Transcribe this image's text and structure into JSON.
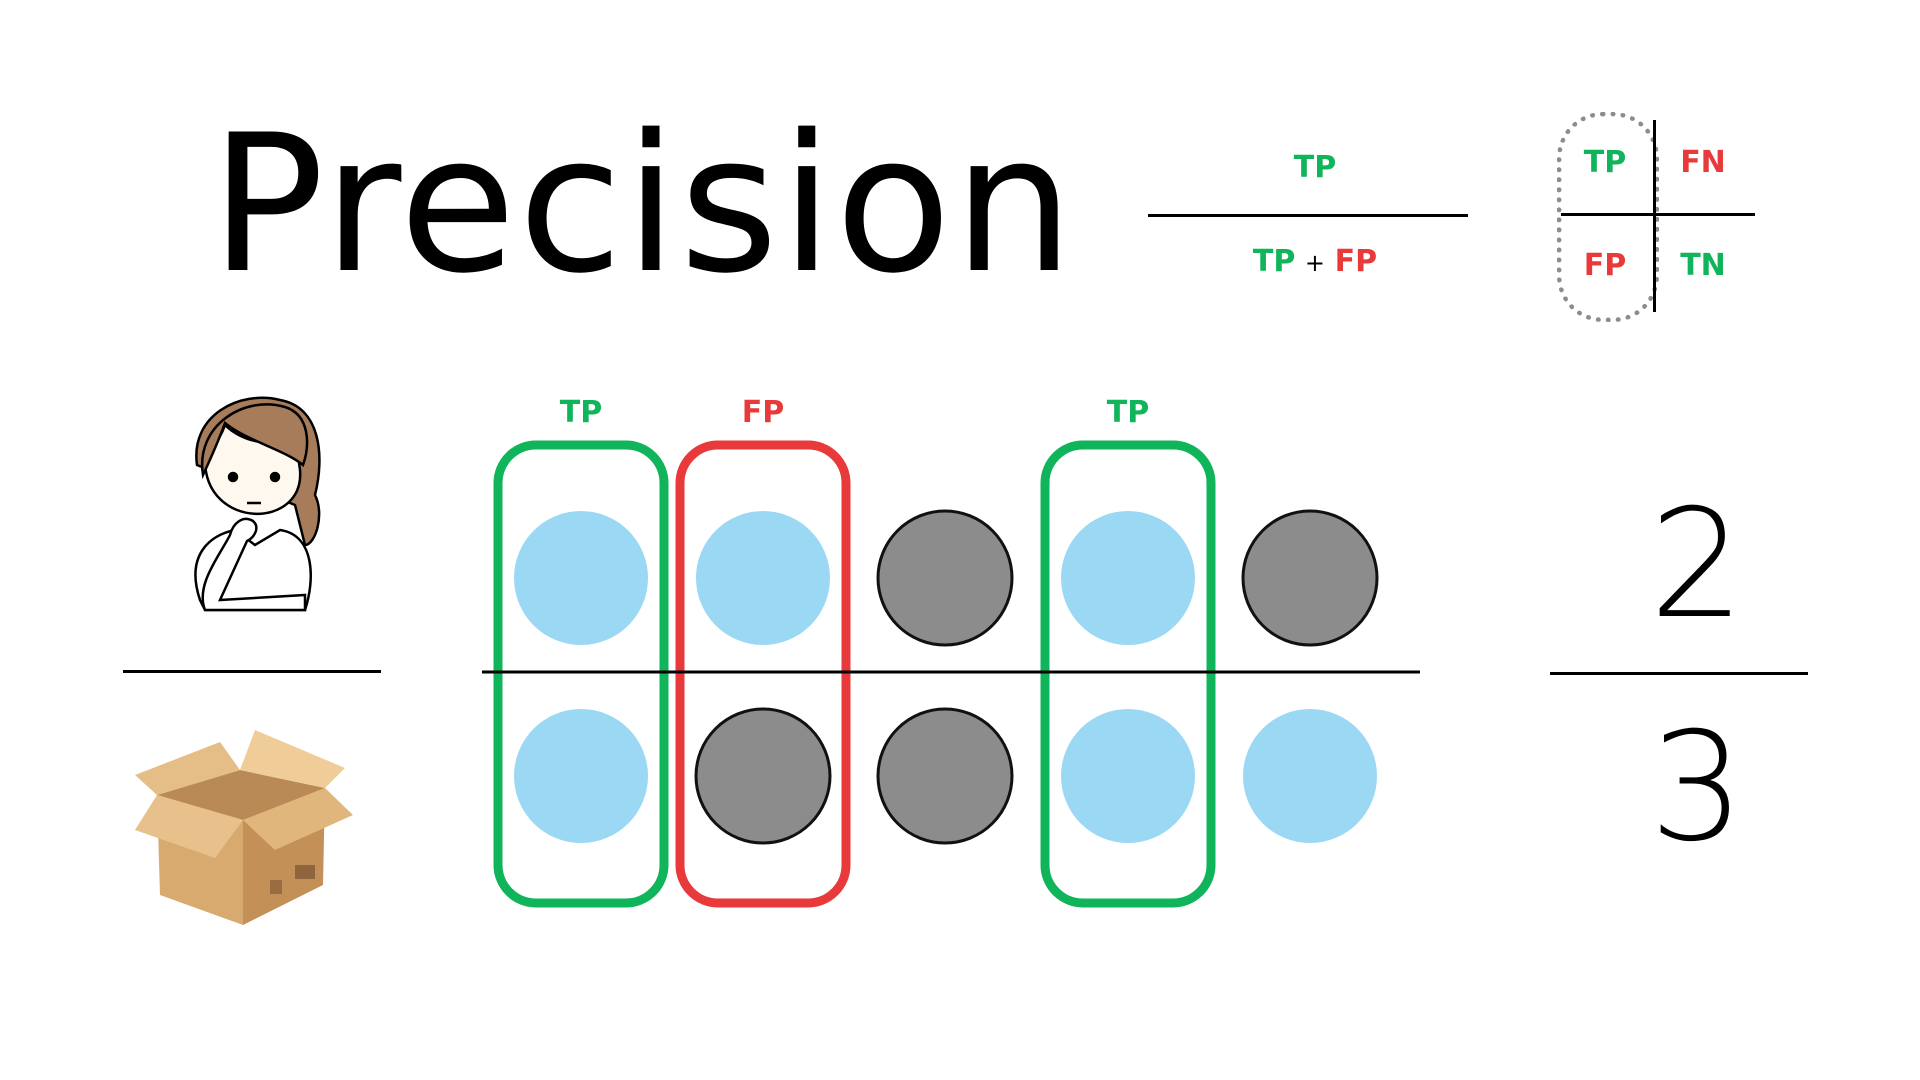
{
  "colors": {
    "green": "#10b45a",
    "red": "#e83a3a",
    "blue": "#9bd8f4",
    "gray": "#8c8c8c",
    "black": "#000000"
  },
  "title": "Precision",
  "formula": {
    "numerator": "TP",
    "denominator_left": "TP",
    "plus": "+",
    "denominator_right": "FP"
  },
  "matrix": {
    "tp": "TP",
    "fn": "FN",
    "fp": "FP",
    "tn": "TN"
  },
  "icons": {
    "person": "thinking-person-icon",
    "box": "open-box-icon"
  },
  "columns": [
    {
      "label": "TP",
      "label_color": "green",
      "frame": "green",
      "top": "blue",
      "bottom": "blue"
    },
    {
      "label": "FP",
      "label_color": "red",
      "frame": "red",
      "top": "blue",
      "bottom": "gray"
    },
    {
      "label": "",
      "label_color": "",
      "frame": "",
      "top": "gray",
      "bottom": "gray"
    },
    {
      "label": "TP",
      "label_color": "green",
      "frame": "green",
      "top": "blue",
      "bottom": "blue"
    },
    {
      "label": "",
      "label_color": "",
      "frame": "",
      "top": "gray",
      "bottom": "blue"
    }
  ],
  "result": {
    "numerator": "2",
    "denominator": "3"
  }
}
